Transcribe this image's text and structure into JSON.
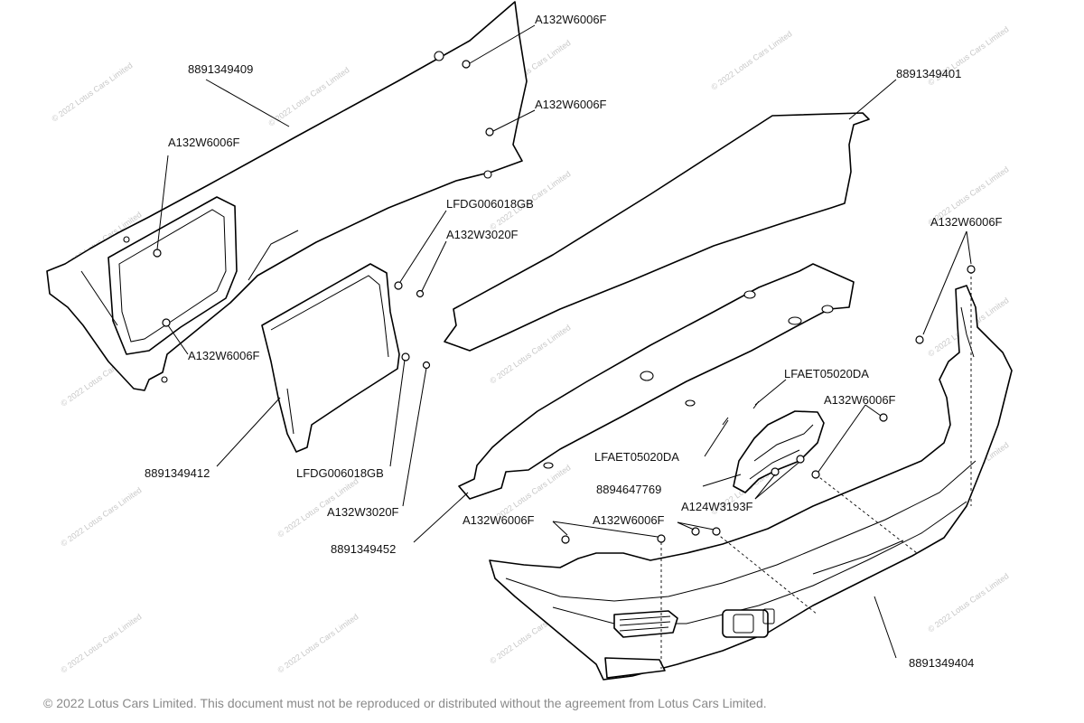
{
  "watermark": "© 2022 Lotus Cars Limited",
  "copyright": "© 2022 Lotus Cars Limited. This document must not be reproduced or distributed without the agreement from Lotus Cars Limited.",
  "parts": {
    "upper_panel": "8891349409",
    "long_panel": "8891349401",
    "bumper": "8891349404",
    "small_bracket": "8891349412",
    "middle_panel": "8891349452",
    "handle_housing": "8894647769"
  },
  "fasteners": {
    "a132w6006f": "A132W6006F",
    "lfdg006018gb": "LFDG006018GB",
    "a132w3020f": "A132W3020F",
    "lfaet05020da": "LFAET05020DA",
    "a124w3193f": "A124W3193F"
  }
}
